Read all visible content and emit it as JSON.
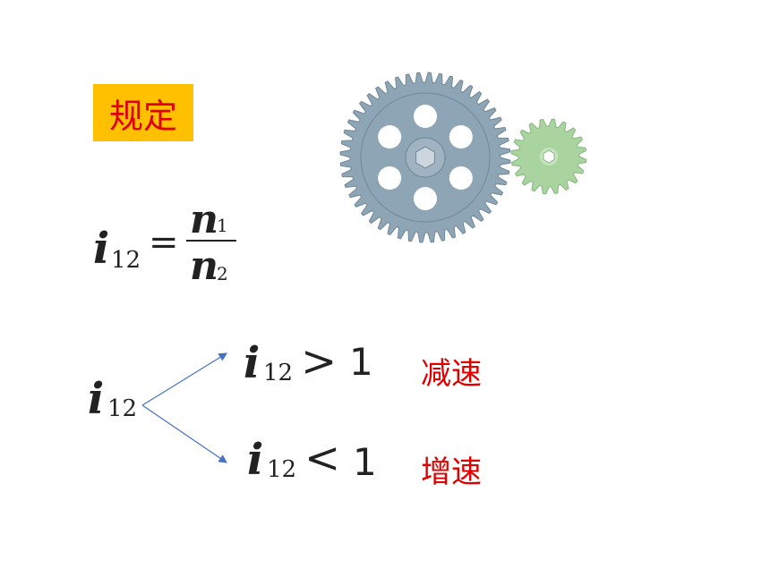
{
  "tag": {
    "label": "规定"
  },
  "definition": {
    "lhs_symbol": "i",
    "lhs_sub": "12",
    "equals": "=",
    "num_symbol": "n",
    "num_sub": "1",
    "den_symbol": "n",
    "den_sub": "2"
  },
  "cases": {
    "root_symbol": "i",
    "root_sub": "12",
    "greater": {
      "symbol": "i",
      "sub": "12",
      "op": ">",
      "value": "1",
      "label": "减速"
    },
    "less": {
      "symbol": "i",
      "sub": "12",
      "op": "<",
      "value": "1",
      "label": "增速"
    }
  },
  "colors": {
    "tag_bg": "#ffc000",
    "red": "#e00000",
    "arrow": "#4472c4",
    "big_gear": "#8ea5b5",
    "small_gear": "#a9d4a0"
  }
}
